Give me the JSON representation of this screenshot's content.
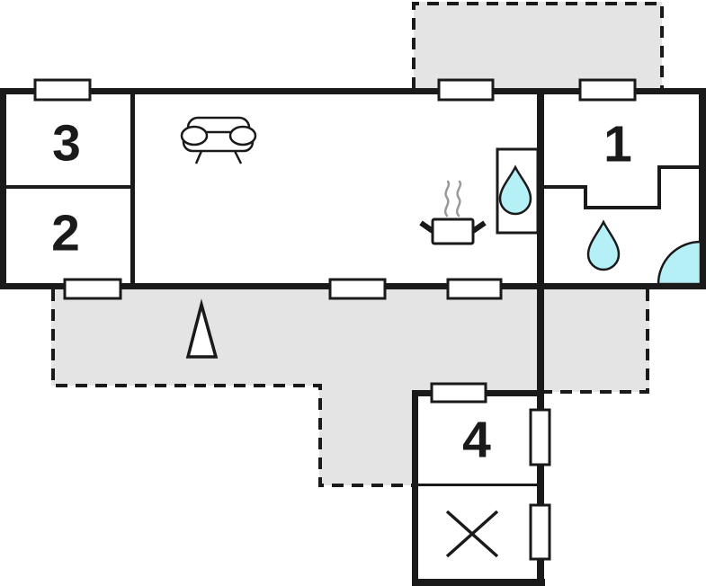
{
  "plan": {
    "title": "holiday-home floor plan",
    "rooms": [
      {
        "id": "room-1",
        "label": "1",
        "type": "bathroom"
      },
      {
        "id": "room-2",
        "label": "2",
        "type": "bedroom"
      },
      {
        "id": "room-3",
        "label": "3",
        "type": "bedroom"
      },
      {
        "id": "room-4",
        "label": "4",
        "type": "annex-room"
      }
    ],
    "icons": [
      "sofa-icon",
      "stove-pot-icon",
      "steam-icon",
      "sink-water-drop-icon",
      "water-drop-icon",
      "shower-quarter-circle-icon",
      "tree-icon",
      "x-mark-icon"
    ],
    "areas": [
      "top-terrace",
      "main-terrace",
      "right-terrace"
    ]
  },
  "colors": {
    "wall": "#1a1a1a",
    "terrace": "#e4e4e4",
    "water": "#b4f0f6",
    "steam": "#999999",
    "background": "#ffffff",
    "white": "#ffffff"
  }
}
